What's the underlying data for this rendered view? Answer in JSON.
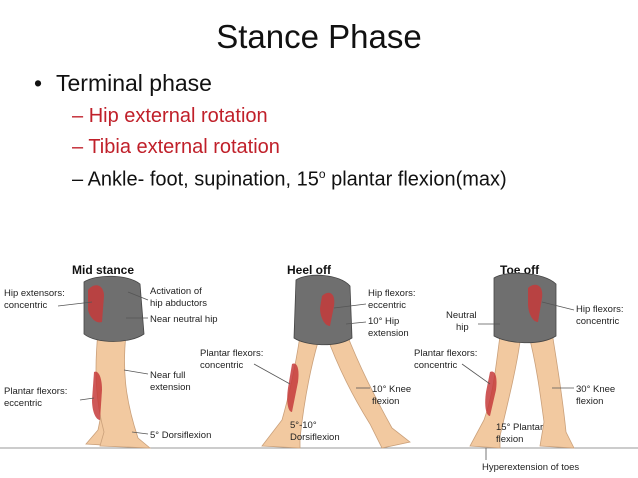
{
  "slide": {
    "title": "Stance Phase",
    "bullet": "Terminal phase",
    "sub_items": [
      {
        "text": "Hip external rotation"
      },
      {
        "text": "Tibia external rotation"
      },
      {
        "text_before": "Ankle- foot, supination, 15",
        "sup": "o",
        "text_after": " plantar flexion(max)"
      }
    ],
    "colors": {
      "highlight": "#c0202a",
      "muscle": "#c63b3b",
      "skin": "#f2c9a0",
      "shorts": "#6f6f6f"
    }
  },
  "figure": {
    "panels": [
      {
        "heading": "Mid stance",
        "labels": [
          "Hip extensors:",
          "concentric",
          "Activation of",
          "hip abductors",
          "Near neutral hip",
          "Near full",
          "extension",
          "Plantar flexors:",
          "eccentric",
          "5° Dorsiflexion"
        ]
      },
      {
        "heading": "Heel off",
        "labels": [
          "Hip flexors:",
          "eccentric",
          "10° Hip",
          "extension",
          "Plantar flexors:",
          "concentric",
          "10° Knee",
          "flexion",
          "5°-10°",
          "Dorsiflexion"
        ]
      },
      {
        "heading": "Toe off",
        "labels": [
          "Neutral",
          "hip",
          "Plantar flexors:",
          "concentric",
          "Hip flexors:",
          "concentric",
          "30° Knee",
          "flexion",
          "15° Plantar",
          "flexion",
          "Hyperextension of toes"
        ]
      }
    ]
  }
}
